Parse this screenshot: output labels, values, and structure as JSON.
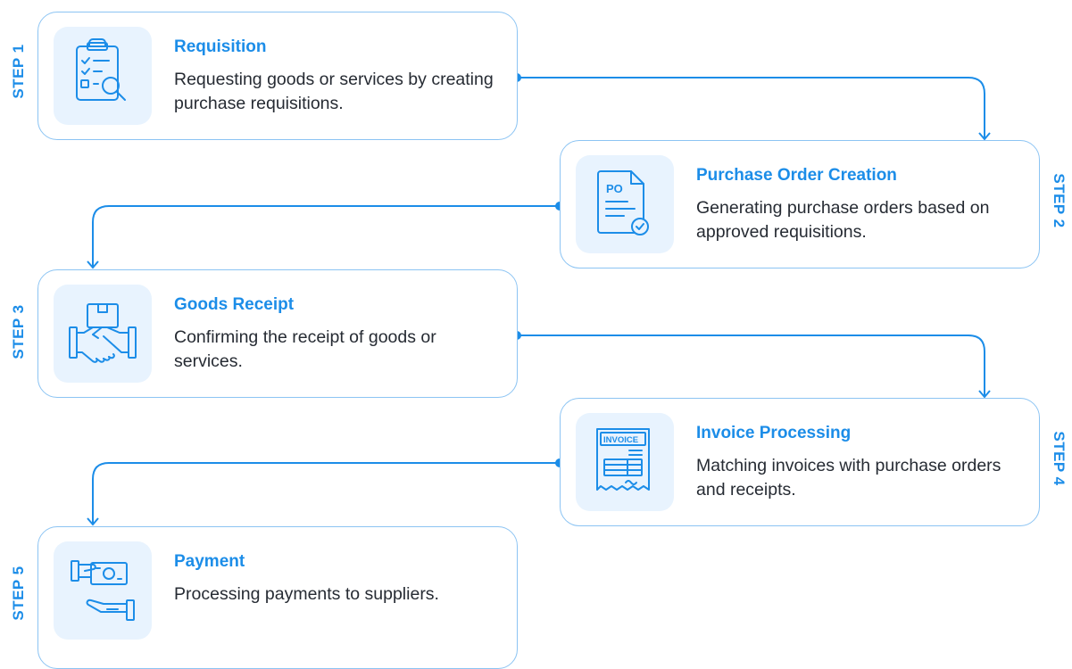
{
  "steps": [
    {
      "step_label": "STEP 1",
      "title": "Requisition",
      "description": "Requesting goods or services by creating purchase requisitions.",
      "icon": "clipboard-search-icon"
    },
    {
      "step_label": "STEP 2",
      "title": "Purchase Order Creation",
      "description": "Generating purchase orders based on approved requisitions.",
      "icon": "po-document-icon",
      "icon_text": "PO"
    },
    {
      "step_label": "STEP 3",
      "title": "Goods Receipt",
      "description": "Confirming the receipt of goods or services.",
      "icon": "handshake-box-icon"
    },
    {
      "step_label": "STEP 4",
      "title": "Invoice Processing",
      "description": "Matching invoices with purchase orders and receipts.",
      "icon": "invoice-icon",
      "icon_text": "INVOICE"
    },
    {
      "step_label": "STEP 5",
      "title": "Payment",
      "description": "Processing payments to suppliers.",
      "icon": "hand-payment-icon"
    }
  ],
  "colors": {
    "accent": "#1c8de8",
    "border": "#8cc4f3",
    "icon_bg": "#e8f3fe",
    "text": "#262b33"
  }
}
